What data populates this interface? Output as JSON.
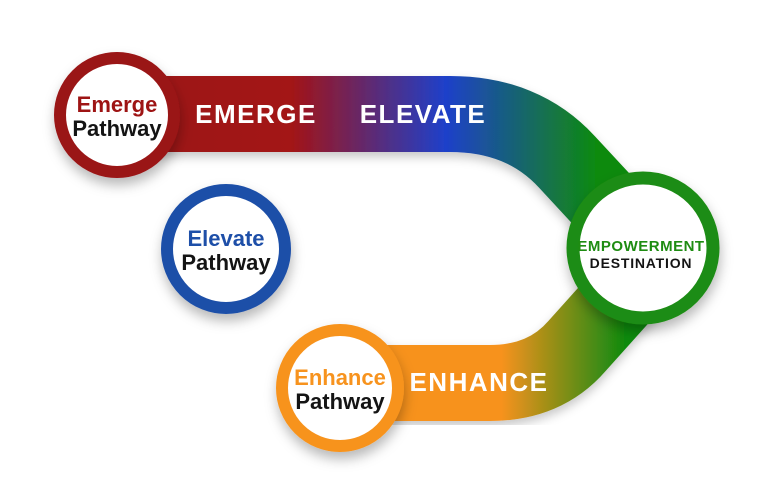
{
  "canvas": {
    "background": "#ffffff",
    "band_text_color": "#ffffff"
  },
  "nodes": [
    {
      "id": "emerge-pathway",
      "line1": "Emerge",
      "line2": "Pathway",
      "ring_color": "#9A1315",
      "line1_color": "#9E1414",
      "line2_color": "#141414"
    },
    {
      "id": "elevate-pathway",
      "line1": "Elevate",
      "line2": "Pathway",
      "ring_color": "#1E4FA8",
      "line1_color": "#1E4FA8",
      "line2_color": "#141414"
    },
    {
      "id": "enhance-pathway",
      "line1": "Enhance",
      "line2": "Pathway",
      "ring_color": "#F7931E",
      "line1_color": "#F7931E",
      "line2_color": "#141414"
    },
    {
      "id": "empowerment-destination",
      "line1": "EMPOWERMENT",
      "line2": "DESTINATION",
      "ring_color": "#1E8C12",
      "line1_color": "#1E8C12",
      "line2_color": "#141414"
    }
  ],
  "bands": [
    {
      "id": "emerge-elevate-band",
      "label1": "EMERGE",
      "label2": "ELEVATE",
      "color_start": "#9C1213",
      "color_mid": "#A31315",
      "color_blue": "#1E40CA",
      "color_end": "#0F8A10"
    },
    {
      "id": "elevate-band",
      "label": "ELEVATE",
      "color_start": "#1C3F9E",
      "color_end": "#108A10"
    },
    {
      "id": "enhance-band",
      "label": "ENHANCE",
      "color_start": "#F7921D",
      "color_end": "#118A10"
    }
  ]
}
